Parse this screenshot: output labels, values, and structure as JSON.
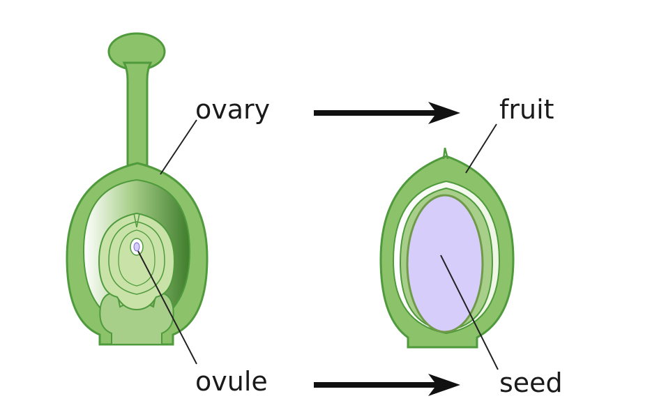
{
  "labels": {
    "ovary": "ovary",
    "ovule": "ovule",
    "fruit": "fruit",
    "seed": "seed"
  },
  "colors": {
    "wall": "#8cc26a",
    "wall_stroke": "#4f9a3c",
    "wall_light": "#c8e2a8",
    "cavity_dark": "#3f7d2c",
    "seed_fill": "#d7cdfa",
    "seed_stroke": "#6f9a4a",
    "arrow": "#111111",
    "leader": "#222222"
  },
  "icons": {
    "top_arrow": "right-arrow-icon",
    "bottom_arrow": "right-arrow-icon"
  }
}
